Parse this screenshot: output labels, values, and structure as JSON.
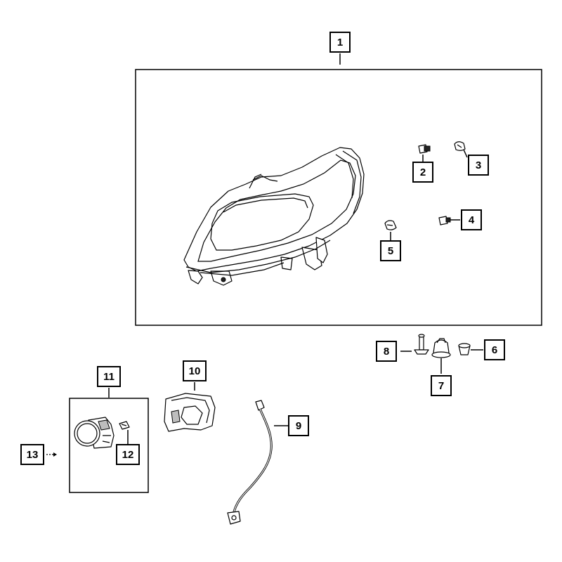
{
  "callouts": {
    "c1": "1",
    "c2": "2",
    "c3": "3",
    "c4": "4",
    "c5": "5",
    "c6": "6",
    "c7": "7",
    "c8": "8",
    "c9": "9",
    "c10": "10",
    "c11": "11",
    "c12": "12",
    "c13": "13"
  },
  "colors": {
    "ink": "#000000",
    "background": "#ffffff",
    "shade": "#bdbdbd"
  }
}
